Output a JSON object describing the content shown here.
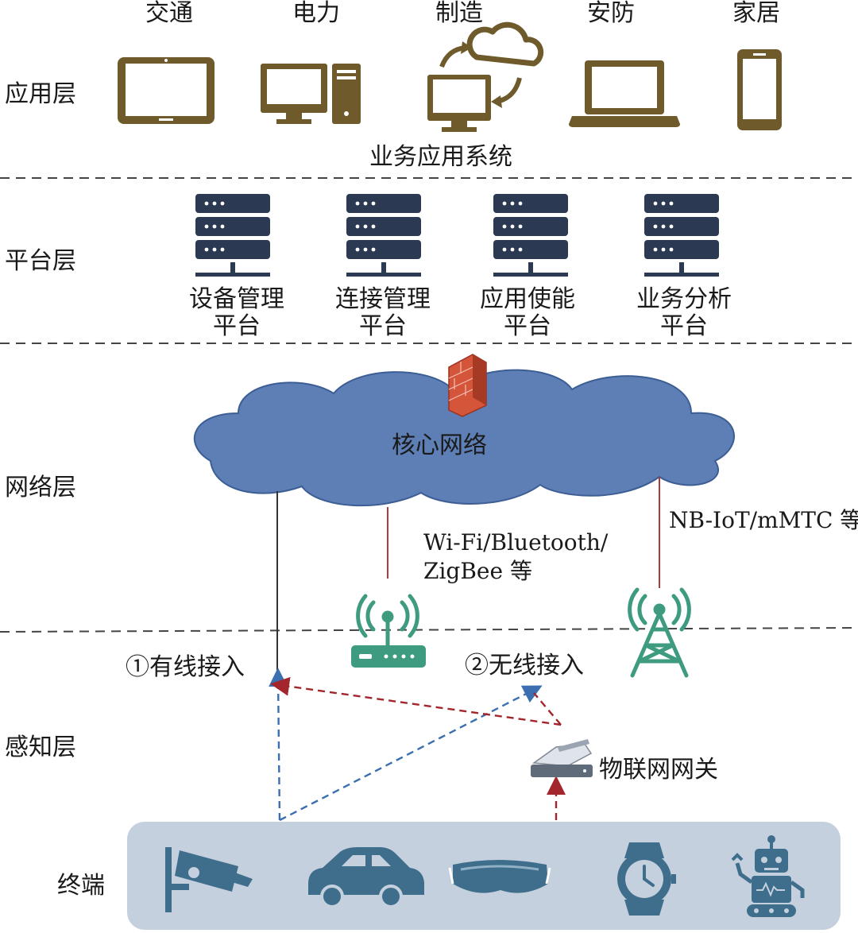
{
  "layers": {
    "application": "应用层",
    "platform": "平台层",
    "network": "网络层",
    "perception": "感知层",
    "terminal": "终端"
  },
  "application": {
    "domains": [
      "交通",
      "电力",
      "制造",
      "安防",
      "家居"
    ],
    "system_label": "业务应用系统"
  },
  "platform": {
    "items": [
      {
        "line1": "设备管理",
        "line2": "平台"
      },
      {
        "line1": "连接管理",
        "line2": "平台"
      },
      {
        "line1": "应用使能",
        "line2": "平台"
      },
      {
        "line1": "业务分析",
        "line2": "平台"
      }
    ]
  },
  "network": {
    "core_label": "核心网络",
    "wifi_label_1": "Wi-Fi/Bluetooth/",
    "wifi_label_2": "ZigBee 等",
    "nbiot_label": "NB-IoT/mMTC 等"
  },
  "perception": {
    "wired_access": "①有线接入",
    "wireless_access": "②无线接入",
    "gateway_label": "物联网网关"
  },
  "colors": {
    "device_icon": "#6e5a2a",
    "server_icon": "#2b3a52",
    "cloud_fill": "#5d7fb5",
    "antenna": "#3e9b80",
    "terminal_panel": "#c5d0de",
    "terminal_icon": "#3f6e8c",
    "firewall": "#d5553a",
    "blue_dash": "#3b6fb0",
    "red_dash": "#a3262c"
  }
}
